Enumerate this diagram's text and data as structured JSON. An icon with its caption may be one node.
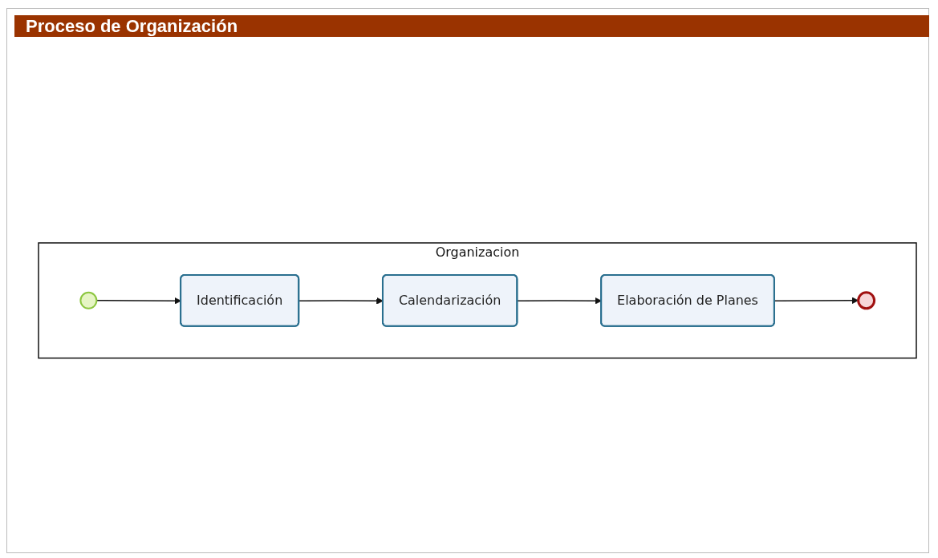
{
  "diagram": {
    "title": "Proceso de Organización",
    "nodes": [
      {
        "text": [
          "Organizacion"
        ]
      },
      {
        "text": [],
        "shape": "circle",
        "in": 0
      },
      {
        "text": [
          "Identificación"
        ],
        "in": 0
      },
      {
        "text": [
          "Calendarización"
        ],
        "in": 0
      },
      {
        "text": [
          "Elaboración de Planes"
        ],
        "in": 0
      },
      {
        "text": [],
        "shape": "circle",
        "in": 0
      }
    ],
    "edges": [
      {
        "from": 1,
        "to": 2,
        "arrow": "to"
      },
      {
        "from": 2,
        "to": 3,
        "arrow": "to"
      },
      {
        "from": 3,
        "to": 4,
        "arrow": "to"
      },
      {
        "from": 4,
        "to": 5,
        "arrow": "to"
      }
    ]
  }
}
